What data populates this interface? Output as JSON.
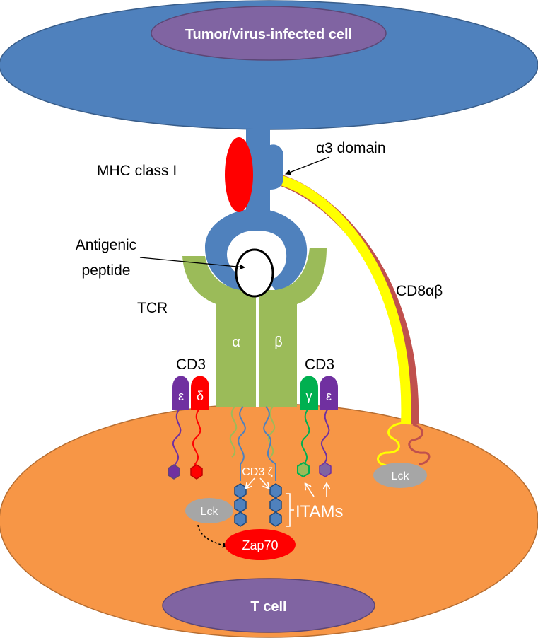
{
  "labels": {
    "tumor_cell": "Tumor/virus-infected cell",
    "t_cell": "T cell",
    "mhc": "MHC class I",
    "alpha3": "α3 domain",
    "antigenic_line1": "Antigenic",
    "antigenic_line2": "peptide",
    "tcr": "TCR",
    "tcr_alpha": "α",
    "tcr_beta": "β",
    "cd8": "CD8αβ",
    "cd3_left": "CD3",
    "cd3_right": "CD3",
    "epsilon_left": "ε",
    "delta": "δ",
    "gamma": "γ",
    "epsilon_right": "ε",
    "cd3_zeta": "CD3 ζ",
    "itams": "ITAMs",
    "lck_cd8": "Lck",
    "lck_inner": "Lck",
    "zap70": "Zap70"
  },
  "colors": {
    "cell_blue": "#4f81bd",
    "cell_purple": "#8064a2",
    "t_cell_orange": "#f79646",
    "mhc_red": "#ff0000",
    "tcr_green": "#9bbb59",
    "cd8_yellow": "#ffff00",
    "cd8_brown": "#c0504d",
    "cd3_green": "#00b050",
    "cd3_purple": "#7030a0",
    "lck_gray": "#a6a6a6"
  }
}
